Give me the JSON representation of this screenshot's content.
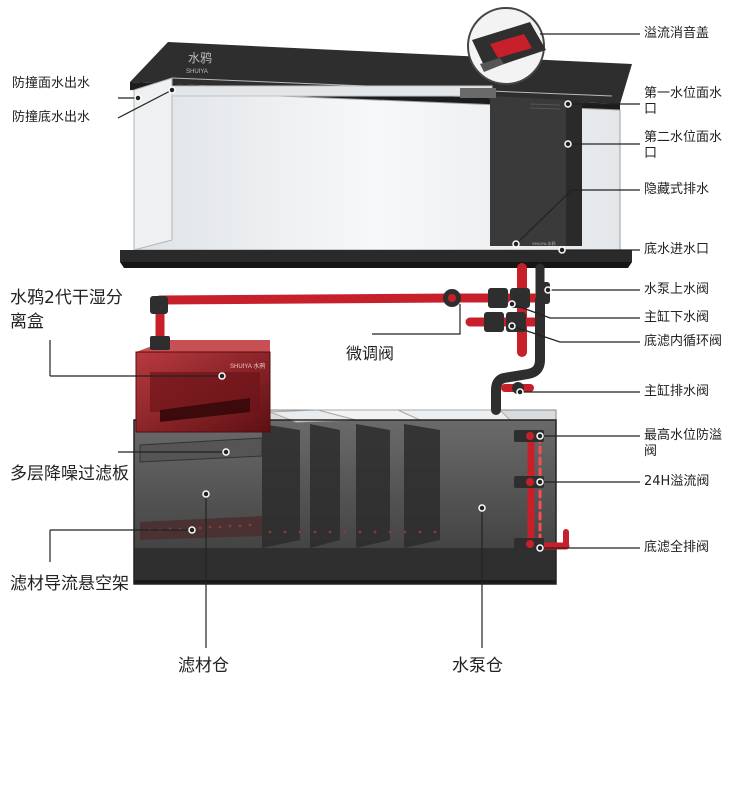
{
  "labels": {
    "overflow_silencer_cover": "溢流消音盖",
    "anti_surface_outlet": "防撞面水出水",
    "anti_bottom_outlet": "防撞底水出水",
    "first_level_port": "第一水位面水口",
    "second_level_port": "第二水位面水口",
    "hidden_drain": "隐藏式排水",
    "bottom_water_inlet": "底水进水口",
    "pump_up_valve": "水泵上水阀",
    "main_tank_down_valve": "主缸下水阀",
    "sump_circulation_valve": "底滤内循环阀",
    "fine_tune_valve": "微调阀",
    "wet_dry_separator": "水鸦2代干湿分离盒",
    "main_tank_drain_valve": "主缸排水阀",
    "highest_level_overflow_valve": "最高水位防溢阀",
    "overflow_24h_valve": "24H溢流阀",
    "sump_full_drain_valve": "底滤全排阀",
    "multi_layer_filter_board": "多层降噪过滤板",
    "media_guide_rack": "滤材导流悬空架",
    "media_chamber": "滤材仓",
    "pump_chamber": "水泵仓"
  },
  "brand": {
    "logo_cn": "水鸦",
    "logo_en": "SHUIYA",
    "box_logo": "SHUIYA 水鸦",
    "small_print": "SHUIYA 水鸦"
  },
  "colors": {
    "pipe_red": "#c8202a",
    "tank_dark": "#2b2b2b",
    "sump_glass": "#4a4a4a",
    "box_red": "#8a1a1f"
  }
}
